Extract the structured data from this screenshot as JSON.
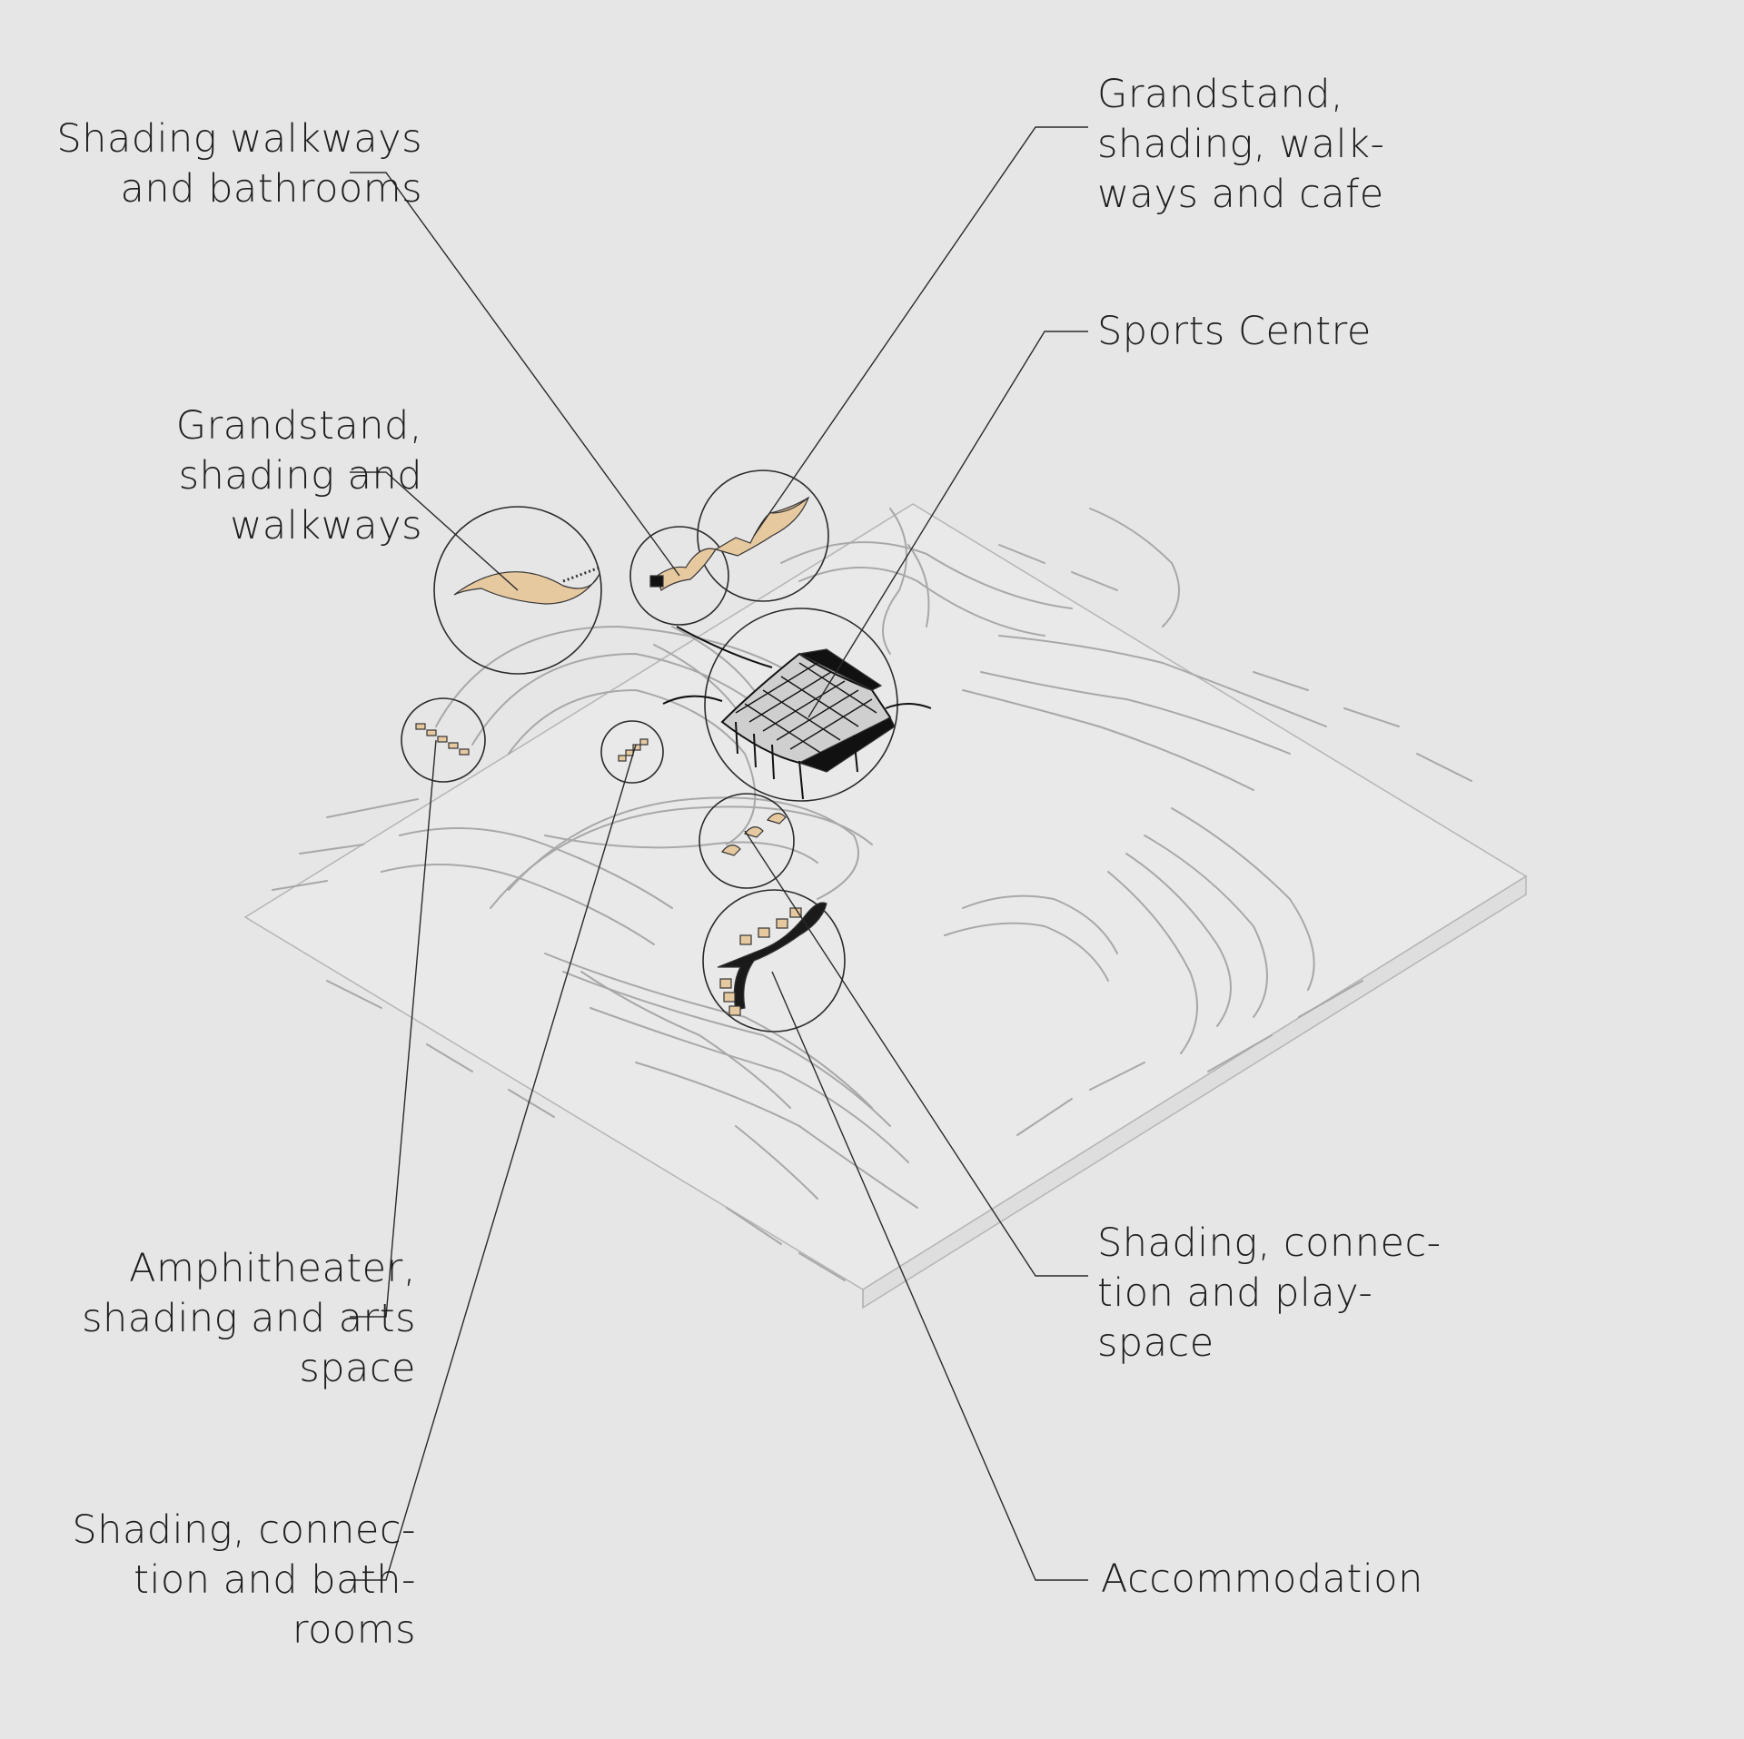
{
  "labels": {
    "shading_walkways": [
      "Shading walkways",
      "and bathrooms"
    ],
    "grandstand_cafe": [
      "Grandstand,",
      "shading, walk-",
      "ways and cafe"
    ],
    "sports_centre": [
      "Sports Centre"
    ],
    "grandstand_walkways": [
      "Grandstand,",
      "shading and",
      "walkways"
    ],
    "amphitheater": [
      "Amphitheater,",
      "shading and arts",
      "space"
    ],
    "shading_playspace": [
      "Shading, connec-",
      "tion and play-",
      "space"
    ],
    "shading_bathrooms": [
      "Shading, connec-",
      "tion and bath-",
      "rooms"
    ],
    "accommodation": [
      "Accommodation"
    ]
  },
  "colors": {
    "background": "#e6e6e6",
    "text": "#1e1e1e",
    "leader": "#2a2a2a",
    "contour": "#a8a8a8",
    "timber": "#e7c9a0",
    "roof": "#1a1a1a"
  }
}
